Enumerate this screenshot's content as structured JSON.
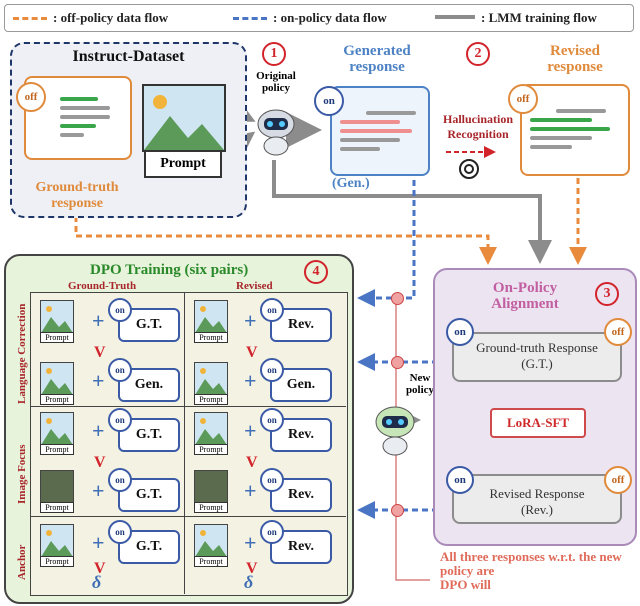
{
  "legend": {
    "off_policy": ": off-policy data flow",
    "on_policy": ": on-policy data flow",
    "lmm": ": LMM training flow"
  },
  "instruct": {
    "title": "Instruct-Dataset",
    "off_badge": "off",
    "prompt": "Prompt",
    "gt_label_1": "Ground-truth",
    "gt_label_2": "response"
  },
  "step1": {
    "num": "1",
    "policy_1": "Original",
    "policy_2": "policy"
  },
  "generated": {
    "title_1": "Generated",
    "title_2": "response",
    "on_badge": "on",
    "tag": "(Gen.)"
  },
  "step2": {
    "num": "2",
    "hall_1": "Hallucination",
    "hall_2": "Recognition"
  },
  "revised": {
    "title_1": "Revised",
    "title_2": "response",
    "off_badge": "off"
  },
  "dpo": {
    "title": "DPO Training (six pairs)",
    "num": "4",
    "col_gt": "Ground-Truth",
    "col_rev": "Revised",
    "row1": "Language Correction",
    "row2": "Image Focus",
    "row3": "Anchor",
    "prompt": "Prompt",
    "on": "on",
    "gt": "G.T.",
    "rev": "Rev.",
    "gen": "Gen.",
    "v": "V",
    "delta": "δ",
    "plus": "+"
  },
  "new_policy": {
    "line1": "New",
    "line2": "policy"
  },
  "onpolicy": {
    "title_1": "On-Policy",
    "title_2": "Alignment",
    "num": "3",
    "on": "on",
    "off": "off",
    "gt_resp_1": "Ground-truth Response",
    "gt_resp_2": "(G.T.)",
    "lora": "LoRA-SFT",
    "rev_resp_1": "Revised Response",
    "rev_resp_2": "(Rev.)"
  },
  "footnote": {
    "line1": "All three responses w.r.t. the new",
    "line2": "policy are",
    "line3": "DPO will"
  },
  "colors": {
    "off_policy": "#e88b3c",
    "on_policy": "#4a74c4",
    "lmm": "#8c8c8c",
    "dpo_bg": "#e8f3dc",
    "onpolicy_bg": "#ede4f2"
  }
}
